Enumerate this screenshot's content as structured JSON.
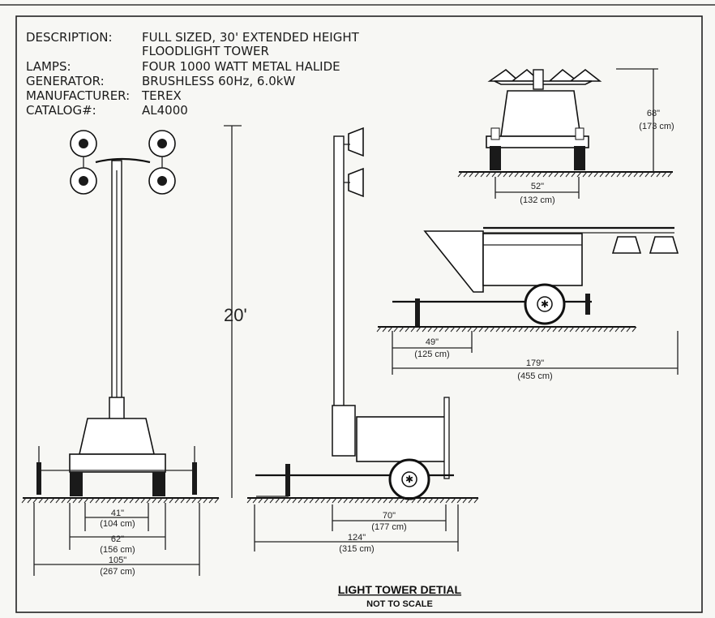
{
  "specs": [
    {
      "label": "DESCRIPTION:",
      "value": "FULL SIZED, 30' EXTENDED HEIGHT"
    },
    {
      "label": "",
      "value": "FLOODLIGHT TOWER"
    },
    {
      "label": "LAMPS:",
      "value": "FOUR 1000 WATT METAL HALIDE"
    },
    {
      "label": "GENERATOR:",
      "value": "BRUSHLESS 60Hz, 6.0kW"
    },
    {
      "label": "MANUFACTURER:",
      "value": "TEREX"
    },
    {
      "label": "CATALOG#:",
      "value": "AL4000"
    }
  ],
  "height_label": "20'",
  "dimensions": {
    "front_track_in": "41\"",
    "front_track_cm": "(104 cm)",
    "front_width_in": "62\"",
    "front_width_cm": "(156 cm)",
    "front_outrigger_in": "105\"",
    "front_outrigger_cm": "(267 cm)",
    "side_axle_in": "70\"",
    "side_axle_cm": "(177 cm)",
    "side_length_in": "124\"",
    "side_length_cm": "(315 cm)",
    "rear_height_in": "68\"",
    "rear_height_cm": "(173 cm)",
    "rear_width_in": "52\"",
    "rear_width_cm": "(132 cm)",
    "stowed_tongue_in": "49\"",
    "stowed_tongue_cm": "(125 cm)",
    "stowed_length_in": "179\"",
    "stowed_length_cm": "(455 cm)"
  },
  "caption": {
    "title": "LIGHT TOWER DETIAL",
    "subtitle": "NOT TO SCALE"
  }
}
